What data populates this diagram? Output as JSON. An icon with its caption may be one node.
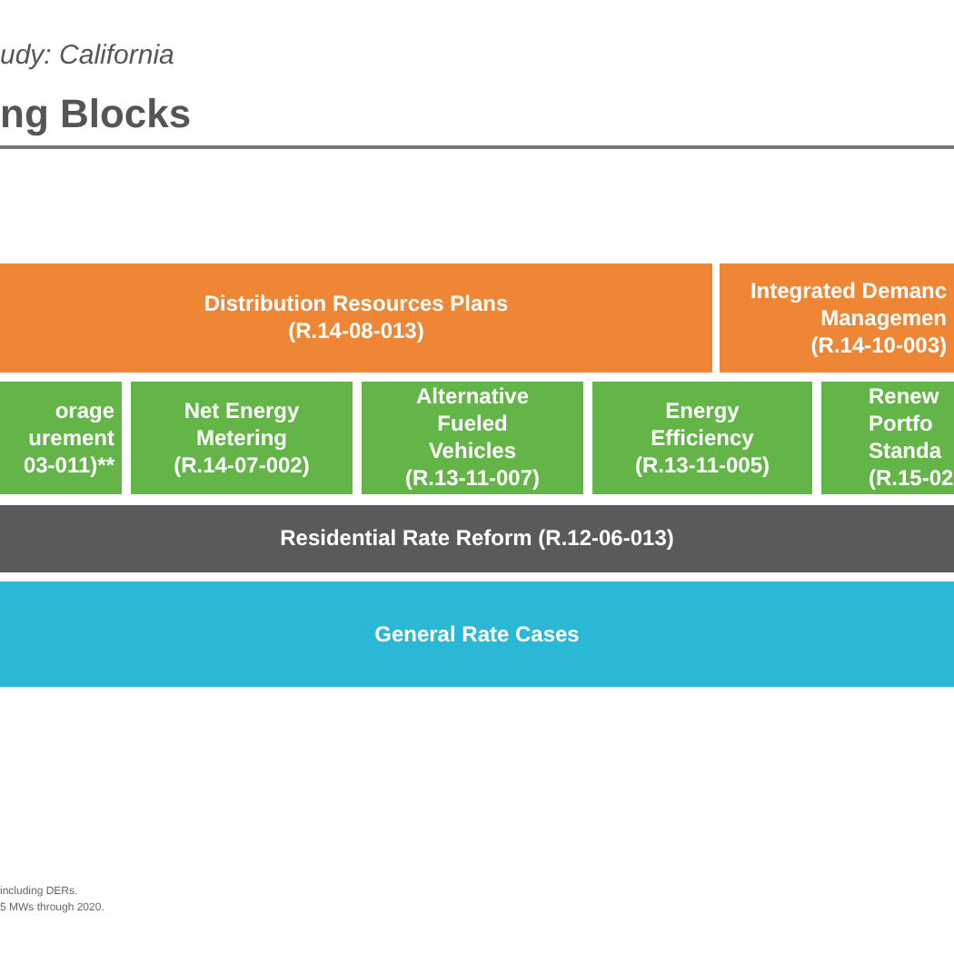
{
  "diagram": {
    "title": "ng Blocks",
    "nodes": [
      {
        "text": [
          "Distribution Resources Plans",
          "(R.14-08-013)"
        ]
      },
      {
        "text": [
          "Integrated Demanc",
          "Managemen",
          "(R.14-10-003)"
        ]
      },
      {
        "text": [
          "orage",
          "urement",
          "03-011)**"
        ]
      },
      {
        "text": [
          "Net Energy Metering",
          "(R.14-07-002)"
        ]
      },
      {
        "text": [
          "Alternative Fueled Vehicles",
          "(R.13-11-007)"
        ]
      },
      {
        "text": [
          "Energy Efficiency",
          "(R.13-11-005)"
        ]
      },
      {
        "text": [
          "Renew",
          "Portfo",
          "Standa",
          "(R.15-02"
        ]
      },
      {
        "text": [
          "Residential Rate Reform (R.12-06-013)"
        ]
      },
      {
        "text": [
          "General Rate Cases"
        ]
      }
    ],
    "labels": [
      "udy: California",
      "including DERs.",
      "5 MWs through 2020."
    ]
  }
}
